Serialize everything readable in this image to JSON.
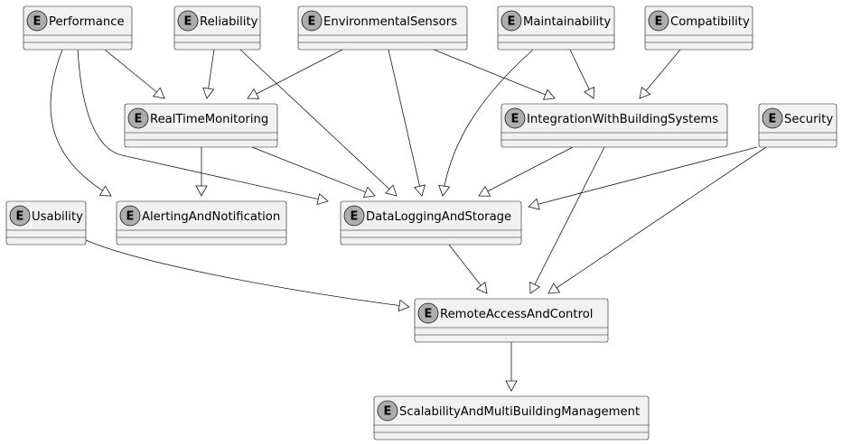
{
  "diagram": {
    "type": "plantuml-entity-relationship",
    "entity_marker": "E",
    "entities": [
      {
        "id": "performance",
        "name": "Performance"
      },
      {
        "id": "reliability",
        "name": "Reliability"
      },
      {
        "id": "environmental",
        "name": "EnvironmentalSensors"
      },
      {
        "id": "maintainability",
        "name": "Maintainability"
      },
      {
        "id": "compatibility",
        "name": "Compatibility"
      },
      {
        "id": "realtime",
        "name": "RealTimeMonitoring"
      },
      {
        "id": "integration",
        "name": "IntegrationWithBuildingSystems"
      },
      {
        "id": "security",
        "name": "Security"
      },
      {
        "id": "usability",
        "name": "Usability"
      },
      {
        "id": "alerting",
        "name": "AlertingAndNotification"
      },
      {
        "id": "datalogging",
        "name": "DataLoggingAndStorage"
      },
      {
        "id": "remote",
        "name": "RemoteAccessAndControl"
      },
      {
        "id": "scalability",
        "name": "ScalabilityAndMultiBuildingManagement"
      }
    ],
    "relationships": [
      {
        "from": "performance",
        "to": "realtime"
      },
      {
        "from": "performance",
        "to": "alerting"
      },
      {
        "from": "performance",
        "to": "datalogging"
      },
      {
        "from": "reliability",
        "to": "realtime"
      },
      {
        "from": "reliability",
        "to": "datalogging"
      },
      {
        "from": "environmental",
        "to": "realtime"
      },
      {
        "from": "environmental",
        "to": "datalogging"
      },
      {
        "from": "environmental",
        "to": "integration"
      },
      {
        "from": "maintainability",
        "to": "datalogging"
      },
      {
        "from": "maintainability",
        "to": "integration"
      },
      {
        "from": "compatibility",
        "to": "integration"
      },
      {
        "from": "realtime",
        "to": "alerting"
      },
      {
        "from": "realtime",
        "to": "datalogging"
      },
      {
        "from": "integration",
        "to": "datalogging"
      },
      {
        "from": "integration",
        "to": "remote"
      },
      {
        "from": "security",
        "to": "datalogging"
      },
      {
        "from": "security",
        "to": "remote"
      },
      {
        "from": "usability",
        "to": "remote"
      },
      {
        "from": "datalogging",
        "to": "remote"
      },
      {
        "from": "remote",
        "to": "scalability"
      }
    ]
  }
}
